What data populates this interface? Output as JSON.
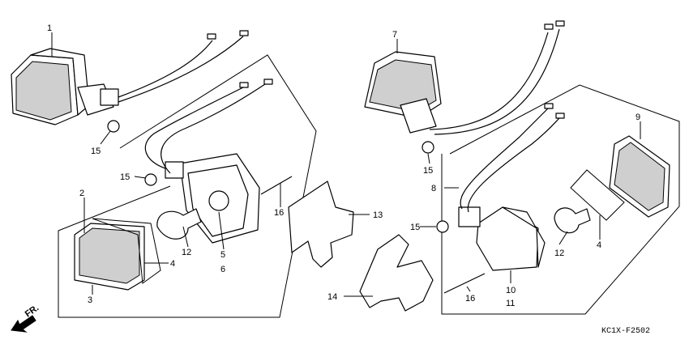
{
  "diagram_code": "KC1X-F2502",
  "direction_label": "FR.",
  "callouts": {
    "c1": "1",
    "c2": "2",
    "c3": "3",
    "c4a": "4",
    "c4b": "4",
    "c5": "5",
    "c6": "6",
    "c7": "7",
    "c8": "8",
    "c9": "9",
    "c10": "10",
    "c11": "11",
    "c12a": "12",
    "c12b": "12",
    "c13": "13",
    "c14": "14",
    "c15a": "15",
    "c15b": "15",
    "c15c": "15",
    "c15d": "15",
    "c16a": "16",
    "c16b": "16"
  }
}
